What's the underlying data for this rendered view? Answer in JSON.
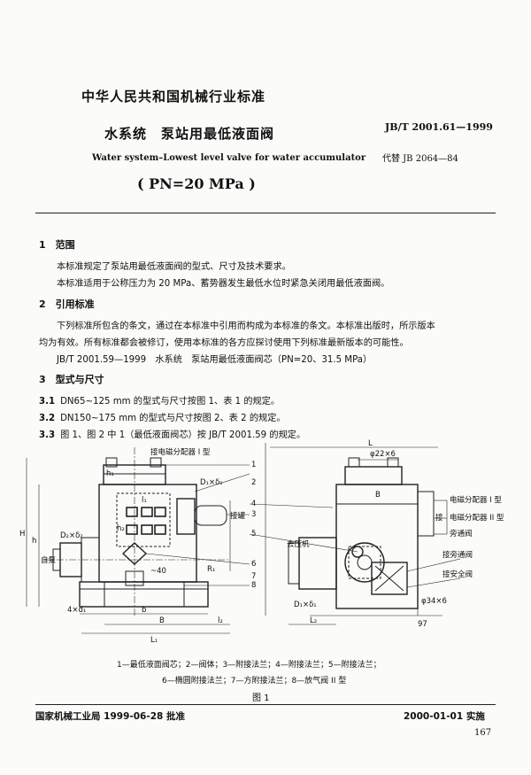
{
  "header": {
    "standard_title": "中华人民共和国机械行业标准",
    "code": "JB/T 2001.61—1999",
    "replaces": "代替 JB 2064—84",
    "title_cn": "水系统　泵站用最低液面阀",
    "title_en": "Water system–Lowest level valve for water accumulator",
    "pressure": "( PN=20 MPa )"
  },
  "sections": {
    "s1": {
      "title": "1　范围",
      "p1": "本标准规定了泵站用最低液面阀的型式、尺寸及技术要求。",
      "p2": "本标准适用于公称压力为 20 MPa、蓄势器发生最低水位时紧急关闭用最低液面阀。"
    },
    "s2": {
      "title": "2　引用标准",
      "p1": "下列标准所包含的条文，通过在本标准中引用而构成为本标准的条文。本标准出版时，所示版本",
      "p2": "均为有效。所有标准都会被修订，使用本标准的各方应探讨使用下列标准最新版本的可能性。",
      "ref": "JB/T 2001.59—1999　水系统　泵站用最低液面阀芯（PN=20、31.5 MPa）"
    },
    "s3": {
      "title": "3　型式与尺寸",
      "c1_num": "3.1",
      "c1": "DN65~125 mm 的型式与尺寸按图 1、表 1 的规定。",
      "c2_num": "3.2",
      "c2": "DN150~175 mm 的型式与尺寸按图 2、表 2 的规定。",
      "c3_num": "3.3",
      "c3": "图 1、图 2 中 1（最低液面阀芯）按 JB/T 2001.59 的规定。"
    }
  },
  "figure": {
    "labels": {
      "solenoid": "接电磁分配器 I 型",
      "tank": "接罐",
      "to_pressure": "去压机",
      "self": "自泵",
      "phi40": "~40",
      "phi22": "φ22×6",
      "phi34": "φ34×6",
      "dim97": "97",
      "jie": "接",
      "sol1": "电磁分配器 I 型",
      "sol2": "电磁分配器 II 型",
      "bypass": "旁通阀",
      "bypass2": "接旁通阀",
      "safety": "接安全阀",
      "L": "L",
      "L1": "L₁",
      "L2": "L₂",
      "H": "H",
      "h": "h",
      "h1": "h₁",
      "h2": "h₂",
      "B": "B",
      "b": "b",
      "l1": "l₁",
      "l2": "l₂",
      "D1d1": "D₁×δ₁",
      "D2d2": "D₂×δ₂",
      "R1": "R₁",
      "d1": "4×d₁",
      "n1": "1",
      "n2": "2",
      "n3": "3",
      "n4": "4",
      "n5": "5",
      "n6": "6",
      "n7": "7",
      "n8": "8"
    },
    "legend1": "1—最低液面阀芯；2—阀体；3—附接法兰；4—附接法兰；5—附接法兰；",
    "legend2": "6—椭圆附接法兰；7—方附接法兰；8—放气阀 II 型",
    "caption": "图 1"
  },
  "footer": {
    "approval": "国家机械工业局 1999-06-28 批准",
    "effective": "2000-01-01 实施",
    "page": "167"
  }
}
